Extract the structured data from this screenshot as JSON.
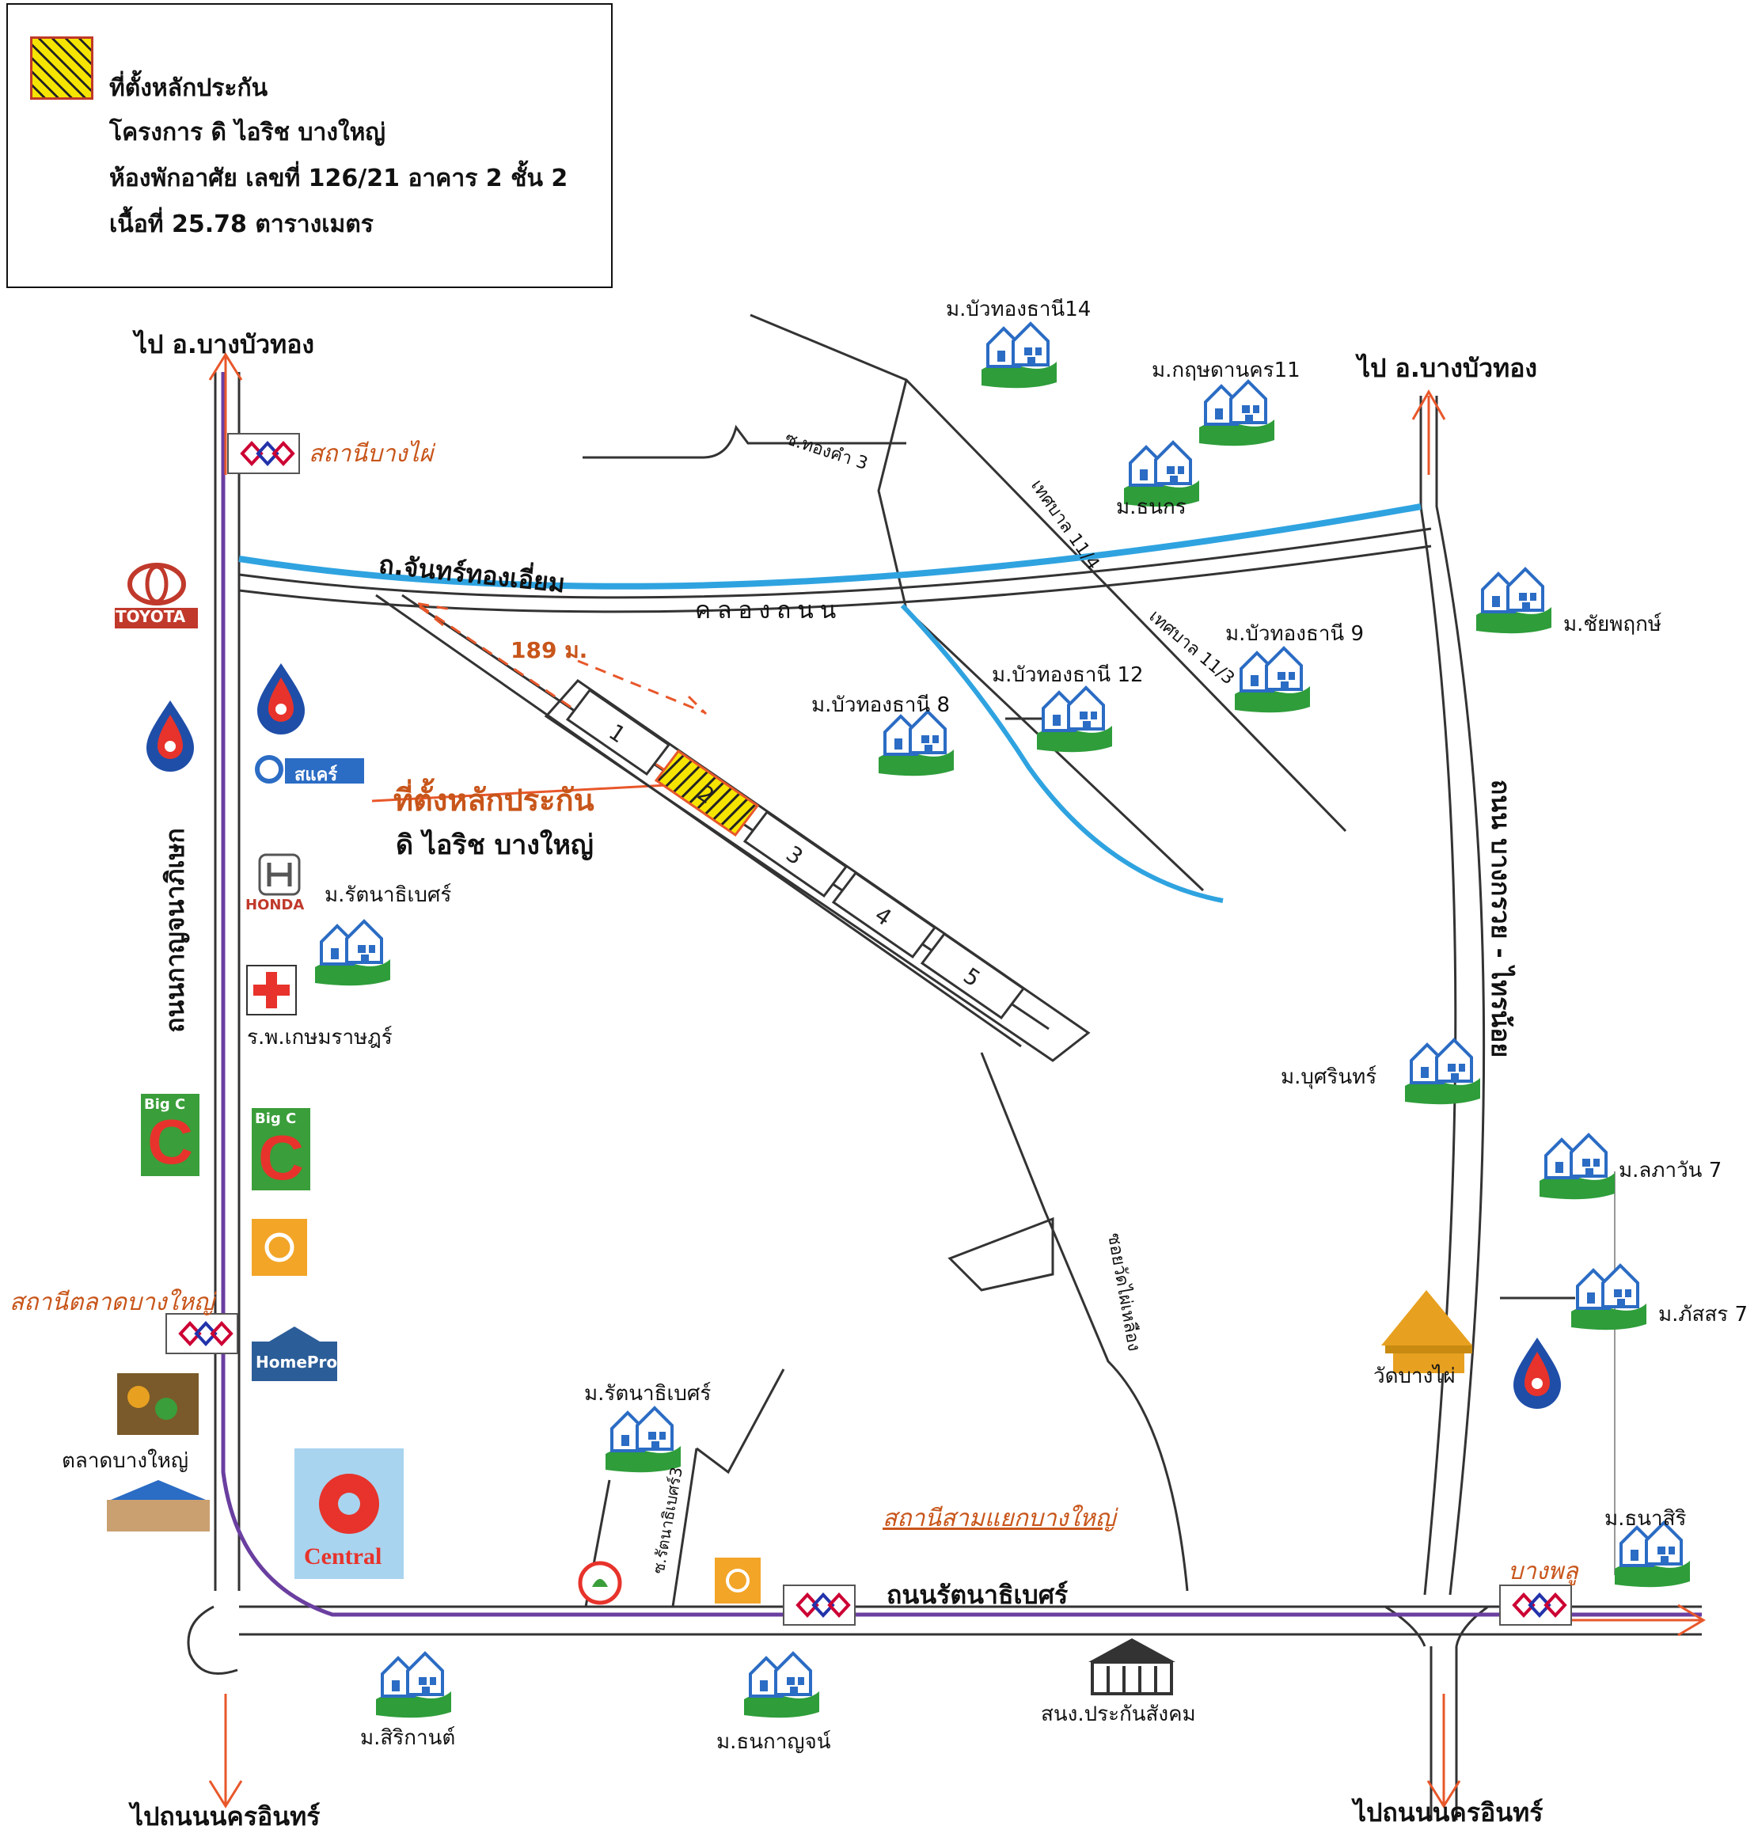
{
  "legend": {
    "line1": "ที่ตั้งหลักประกัน",
    "line2": "โครงการ  ดิ ไอริช บางใหญ่",
    "line3": "ห้องพักอาศัย เลขที่ 126/21 อาคาร 2 ชั้น 2",
    "line4": "เนื้อที่ 25.78 ตารางเมตร"
  },
  "directions": {
    "top_left": "ไป อ.บางบัวทอง",
    "top_right": "ไป อ.บางบัวทอง",
    "bottom_left": "ไปถนนนครอินทร์",
    "bottom_right": "ไปถนนนครอินทร์"
  },
  "stations": {
    "bang_phai": "สถานีบางไผ่",
    "talad_bang_yai": "สถานีตลาดบางใหญ่",
    "sam_yaek": "สถานีสามแยกบางใหญ่",
    "bang_phlu": "บางพลู"
  },
  "roads": {
    "chanthong": "ถ.จันทร์ทองเอี่ยม",
    "canal": "คลองถนน",
    "kanchanaphisek": "ถนนกาญจนาภิเษก",
    "rattanathibet": "ถนนรัตนาธิเบศร์",
    "bang_kruai": "ถนน บางกรวย - ไทรน้อย",
    "soi_thongkham": "ซ.ทองคำ 3",
    "tessaban_11_4": "เทศบาล 11/4",
    "tessaban_11_3": "เทศบาล 11/3",
    "soi_rattanathibet3": "ซ.รัตนาธิเบศร์3",
    "soi_wat": "ซอยวัดไผ่เหลือง"
  },
  "distance": "189 ม.",
  "site": {
    "label": "ที่ตั้งหลักประกัน",
    "project": "ดิ ไอริช บางใหญ่",
    "buildings": [
      "1",
      "2",
      "3",
      "4",
      "5"
    ]
  },
  "places": {
    "m_buathong14": "ม.บัวทองธานี14",
    "m_kritsada11": "ม.กฤษดานคร11",
    "m_thanakon": "ม.ธนกร",
    "m_chaiyaphruek": "ม.ชัยพฤกษ์",
    "m_buathong9": "ม.บัวทองธานี 9",
    "m_buathong12": "ม.บัวทองธานี 12",
    "m_buathong8": "ม.บัวทองธานี 8",
    "m_rattanathibet_a": "ม.รัตนาธิเบศร์",
    "hospital": "ร.พ.เกษมราษฎร์",
    "m_busarin": "ม.บุศรินทร์",
    "m_lapawan": "ม.ลภาวัน 7",
    "m_phatsorn": "ม.ภัสสร 7",
    "wat_bang_phai": "วัดบางไผ่",
    "talad_bang_yai": "ตลาดบางใหญ่",
    "m_rattanathibet_b": "ม.รัตนาธิเบศร์",
    "m_thanasiri": "ม.ธนาสิริ",
    "m_sirikan": "ม.สิริกานต์",
    "m_thanakan": "ม.ธนกาญจน์",
    "sso": "สนง.ประกันสังคม"
  },
  "brands": {
    "toyota": "TOYOTA",
    "honda": "HONDA",
    "bigc": "Big C",
    "homepro": "HomePro",
    "central": "Central",
    "leocare": "สแคร์"
  },
  "colors": {
    "canal": "#2fa3e0",
    "arrow": "#e8572a",
    "rail": "#6a3fa0",
    "site_fill": "#f5e400",
    "house_green": "#2e9d3a",
    "house_blue": "#2b6cc4"
  }
}
